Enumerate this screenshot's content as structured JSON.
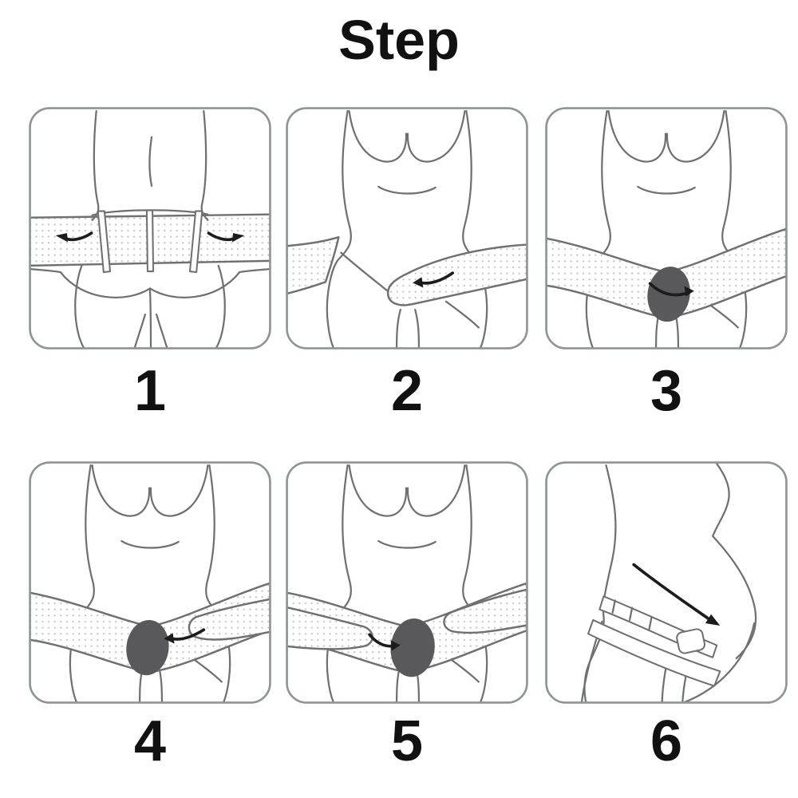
{
  "title": "Step",
  "steps": [
    {
      "number": "1"
    },
    {
      "number": "2"
    },
    {
      "number": "3"
    },
    {
      "number": "4"
    },
    {
      "number": "5"
    },
    {
      "number": "6"
    }
  ],
  "colors": {
    "background": "#ffffff",
    "text": "#111111",
    "line": "#6e7072",
    "border": "#8f9496",
    "dot": "#c3c5c7",
    "patch": "#59595b",
    "arrow": "#1c1c1c"
  }
}
